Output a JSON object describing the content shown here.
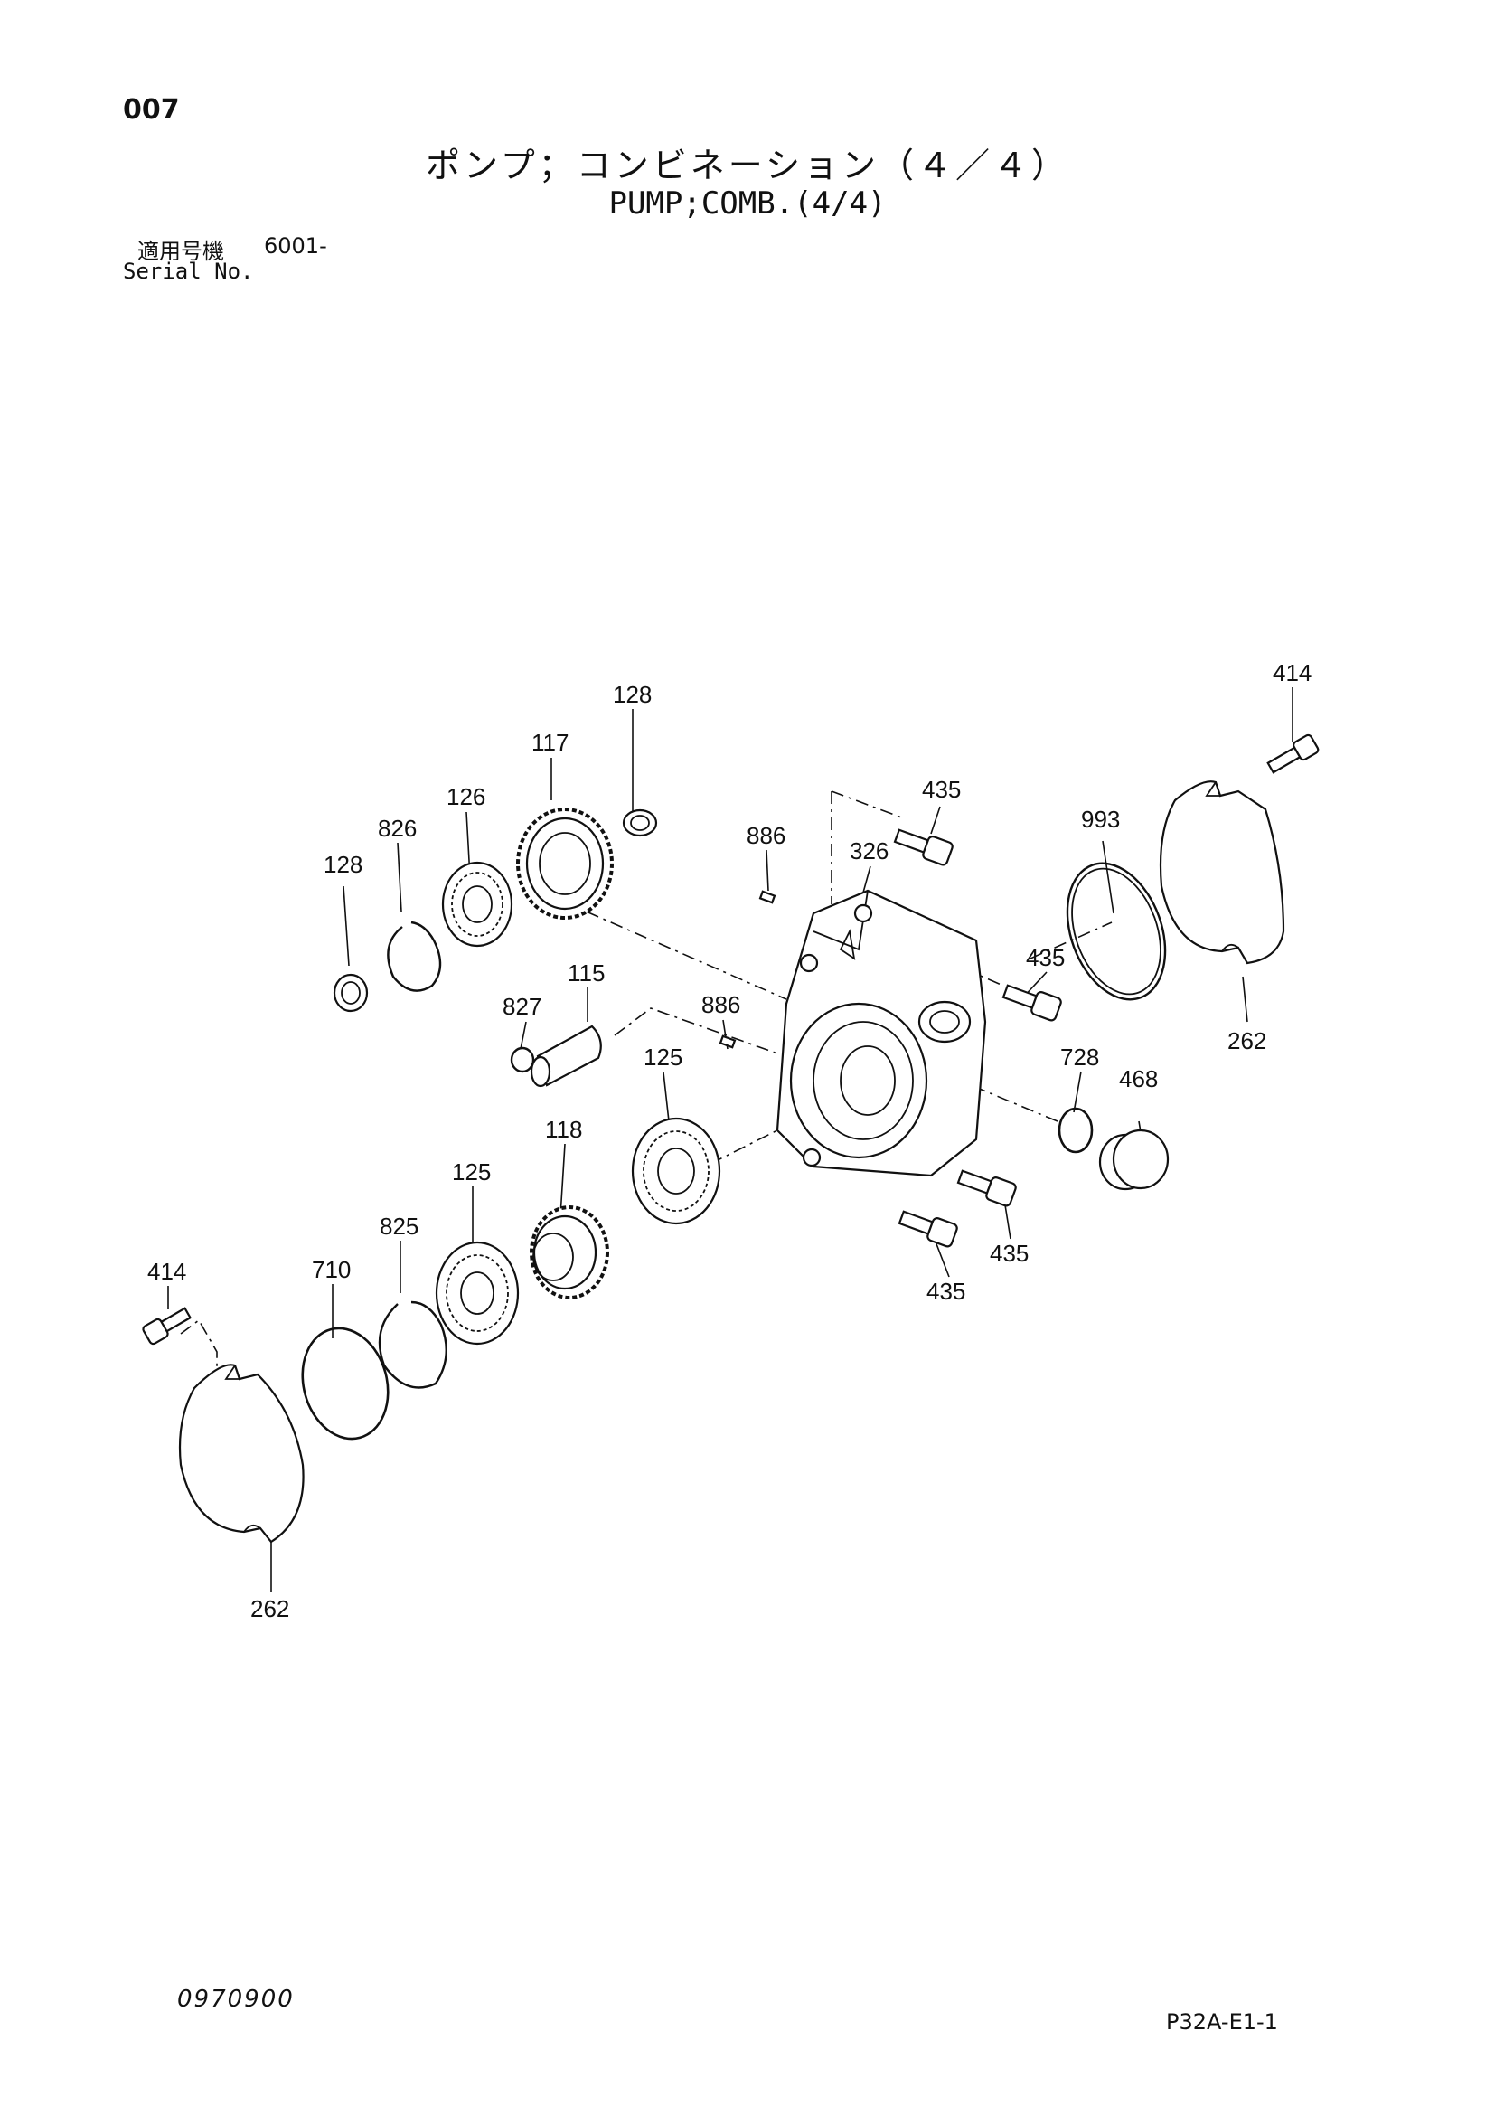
{
  "header": {
    "page_number": "007",
    "title_jp": "ポンプ；コンビネーション（４／４）",
    "title_en": "PUMP;COMB.(4/4)",
    "serial_label_jp": "適用号機",
    "serial_from": "6001-",
    "serial_label_en": "Serial No."
  },
  "footer": {
    "doc_code": "0970900",
    "sheet_id": "P32A-E1-1"
  },
  "callouts": {
    "c414_top": "414",
    "c128_top": "128",
    "c117": "117",
    "c126": "126",
    "c826": "826",
    "c128_left": "128",
    "c435_top": "435",
    "c886_top": "886",
    "c326": "326",
    "c993": "993",
    "c435_mid": "435",
    "c262_right": "262",
    "c115": "115",
    "c827": "827",
    "c886_mid": "886",
    "c728": "728",
    "c468": "468",
    "c125_top": "125",
    "c118": "118",
    "c125_left": "125",
    "c825": "825",
    "c710": "710",
    "c414_left": "414",
    "c435_low": "435",
    "c435_bottom": "435",
    "c262_left": "262"
  }
}
